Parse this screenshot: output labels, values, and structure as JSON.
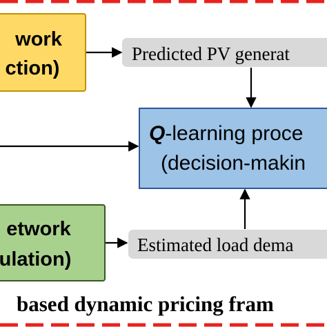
{
  "diagram": {
    "top_left_box": {
      "line1": "work",
      "line2": "ction)"
    },
    "bottom_left_box": {
      "line1": "etwork",
      "line2": "ulation)"
    },
    "top_label": "Predicted PV generat",
    "bottom_label": "Estimated load dema",
    "center_box": {
      "line1_italic": "Q",
      "line1_rest": "-learning proce",
      "line2": "(decision-makin"
    },
    "caption": "based dynamic pricing fram"
  },
  "colors": {
    "dash_border": "#e8221f",
    "yellow_box_fill": "#ffd966",
    "yellow_box_stroke": "#bf9000",
    "green_box_fill": "#a9d18e",
    "green_box_stroke": "#385723",
    "blue_box_fill": "#9dc3e6",
    "blue_box_stroke": "#2f5597",
    "gray_label_fill": "#d9d9d9",
    "arrow": "#000000"
  }
}
